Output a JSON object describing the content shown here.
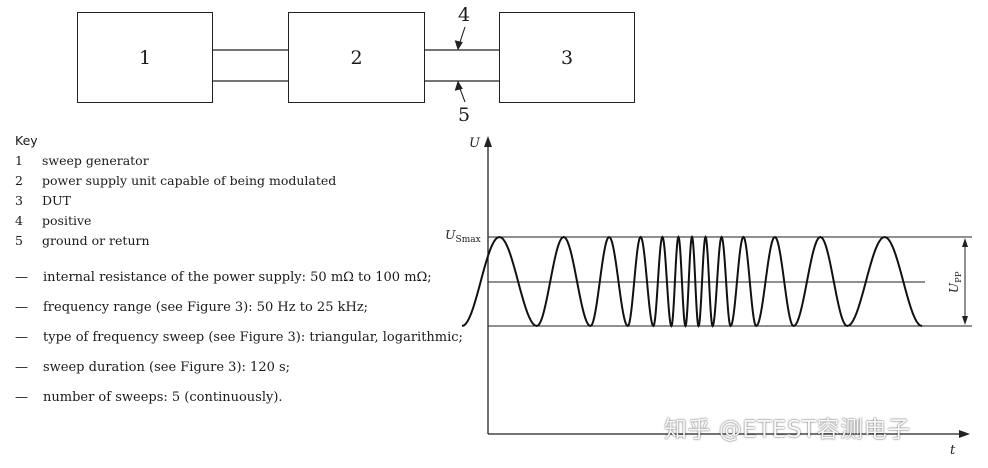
{
  "block_diagram": {
    "blocks": [
      "1",
      "2",
      "3"
    ],
    "callouts": [
      "4",
      "5"
    ]
  },
  "key": {
    "title": "Key",
    "items": [
      {
        "num": "1",
        "text": "sweep generator"
      },
      {
        "num": "2",
        "text": "power supply unit capable of being modulated"
      },
      {
        "num": "3",
        "text": "DUT"
      },
      {
        "num": "4",
        "text": "positive"
      },
      {
        "num": "5",
        "text": "ground or return"
      }
    ]
  },
  "specs": [
    "internal resistance of the power supply: 50 mΩ to 100 mΩ;",
    "frequency range (see Figure 3): 50 Hz to 25 kHz;",
    "type of frequency sweep (see Figure 3): triangular, logarithmic;",
    "sweep duration (see Figure 3): 120 s;",
    "number of sweeps: 5 (continuously)."
  ],
  "dash_glyph": "—",
  "waveform": {
    "y_axis_label": "U",
    "x_axis_label": "t",
    "usmax_main": "U",
    "usmax_sub": "Smax",
    "upp_main": "U",
    "upp_sub": "PP",
    "cycles": 13,
    "sweep": "triangular"
  },
  "watermark": "知乎 @ETEST容测电子"
}
